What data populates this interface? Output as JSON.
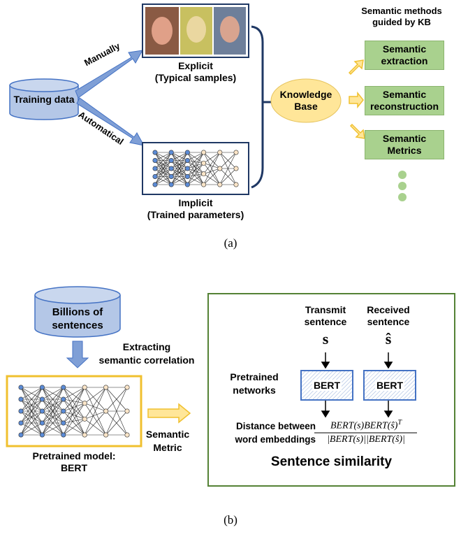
{
  "panel_a": {
    "training_data": "Training data",
    "manually": "Manually",
    "automatical": "Automatical",
    "explicit_line1": "Explicit",
    "explicit_line2": "(Typical samples)",
    "implicit_line1": "Implicit",
    "implicit_line2": "(Trained parameters)",
    "kb_line1": "Knowledge",
    "kb_line2": "Base",
    "methods_line1": "Semantic methods",
    "methods_line2": "guided by KB",
    "methods": [
      {
        "line1": "Semantic",
        "line2": "extraction"
      },
      {
        "line1": "Semantic",
        "line2": "reconstruction"
      },
      {
        "line1": "Semantic",
        "line2": "Metrics"
      }
    ],
    "caption": "(a)"
  },
  "panel_b": {
    "db_line1": "Billions of",
    "db_line2": "sentences",
    "extract_line1": "Extracting",
    "extract_line2": "semantic correlation",
    "model_line1": "Pretrained model:",
    "model_line2": "BERT",
    "metric_line1": "Semantic",
    "metric_line2": "Metric",
    "transmit_line1": "Transmit",
    "transmit_line2": "sentence",
    "transmit_symbol": "s",
    "received_line1": "Received",
    "received_line2": "sentence",
    "received_symbol": "ŝ",
    "pretrained_line1": "Pretrained",
    "pretrained_line2": "networks",
    "bert_left": "BERT",
    "bert_right": "BERT",
    "distance_line1": "Distance between",
    "distance_line2": "word embeddings",
    "formula_num": "BERT(s)BERT(ŝ)",
    "formula_sup": "T",
    "formula_den": "|BERT(s)||BERT(ŝ)|",
    "similarity": "Sentence similarity",
    "caption": "(b)"
  },
  "colors": {
    "blue_fill": "#b4c7e7",
    "blue_stroke": "#4472c4",
    "navy": "#1f3864",
    "green": "#a9d18e",
    "green_border": "#548235",
    "yellow": "#ffe699",
    "gold": "#f0c02f"
  }
}
